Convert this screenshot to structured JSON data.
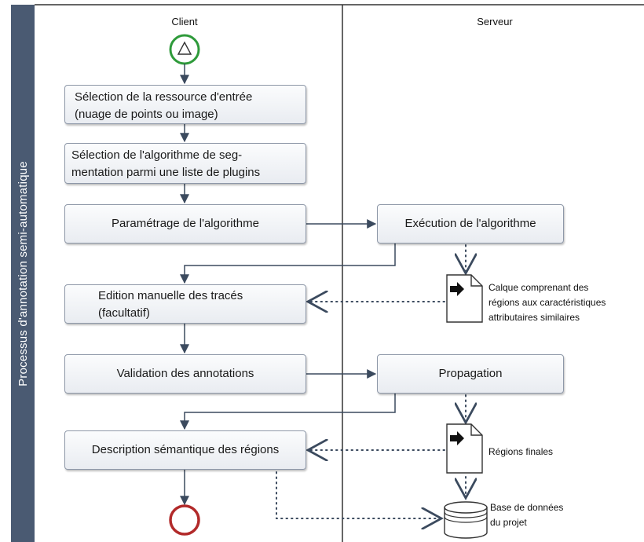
{
  "pool": {
    "label": "Processus d'annotation semi-automatique"
  },
  "lanes": {
    "client": "Client",
    "server": "Serveur"
  },
  "steps": {
    "s1_line1": "Sélection de la ressource d'entrée",
    "s1_line2": "(nuage de points ou image)",
    "s2_line1": "Sélection de l'algorithme de seg-",
    "s2_line2": "mentation parmi une liste de plugins",
    "s3": "Paramétrage de l'algorithme",
    "s4_line1": "Edition manuelle des tracés",
    "s4_line2": "(facultatif)",
    "s5": "Validation des annotations",
    "s6": "Description sémantique des régions",
    "srv1": "Exécution de l'algorithme",
    "srv2": "Propagation"
  },
  "artifacts": {
    "doc1_line1": "Calque comprenant des",
    "doc1_line2": "régions aux caractéristiques",
    "doc1_line3": "attributaires similaires",
    "doc2": "Régions finales",
    "db_line1": "Base de données",
    "db_line2": "du projet"
  },
  "colors": {
    "pool_bar": "#4a5a72",
    "start_event": "#2e9a3a",
    "end_event": "#b22a2a",
    "flow": "#3b4a5e"
  }
}
